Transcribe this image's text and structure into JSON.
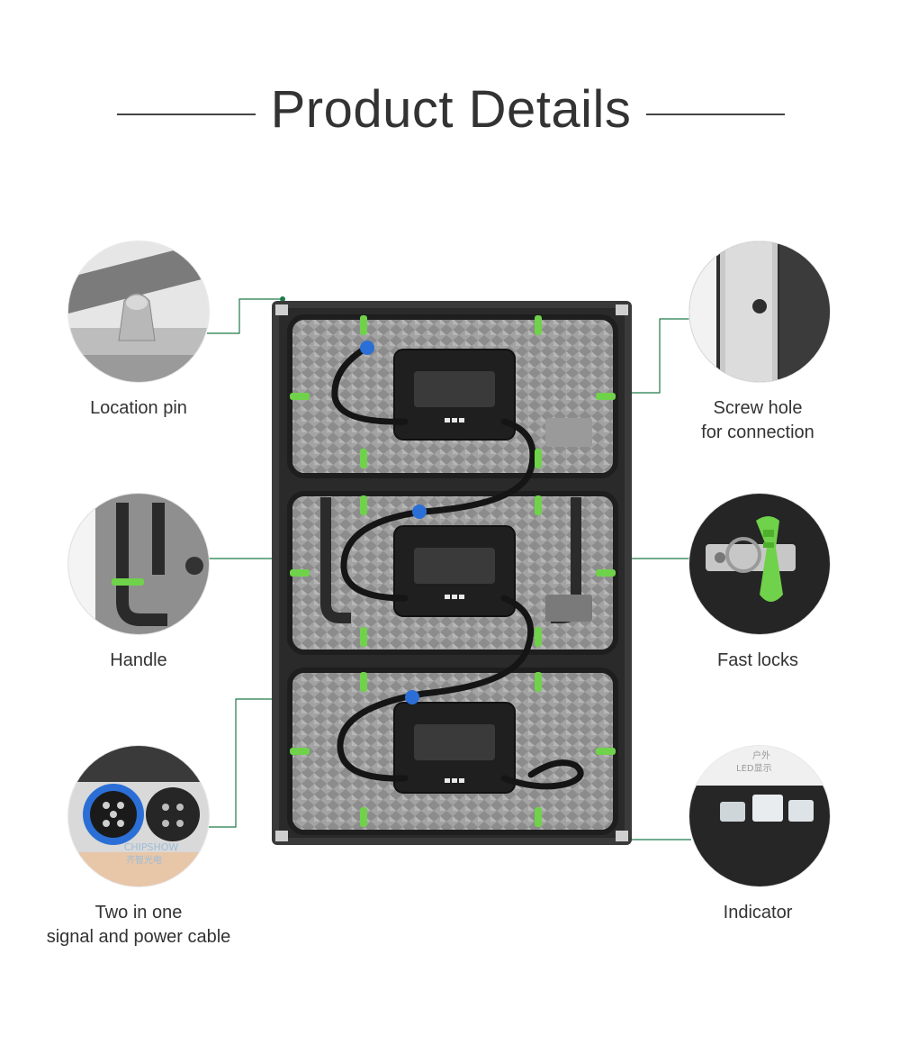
{
  "header": {
    "title": "Product Details"
  },
  "features": {
    "location_pin": {
      "label": "Location pin",
      "icon": "location-pin-icon"
    },
    "screw_hole": {
      "label": "Screw hole\nfor connection",
      "icon": "screw-hole-icon"
    },
    "handle": {
      "label": "Handle",
      "icon": "handle-icon"
    },
    "fast_locks": {
      "label": "Fast locks",
      "icon": "fast-lock-icon"
    },
    "cable": {
      "label": "Two in one\nsignal and power cable",
      "icon": "cable-connector-icon"
    },
    "indicator": {
      "label": "Indicator",
      "icon": "indicator-icon"
    }
  },
  "watermarks": {
    "cable_logo_latin": "CHIPSHOW",
    "cable_logo_cn": "齐智光电",
    "indicator_cn_1": "户外",
    "indicator_cn_2": "LED显示"
  },
  "colors": {
    "accent_green": "#1f7a4a",
    "lock_green": "#6fd24a",
    "connector_blue": "#2b6fd6",
    "panel_dark": "#2b2b2b"
  }
}
